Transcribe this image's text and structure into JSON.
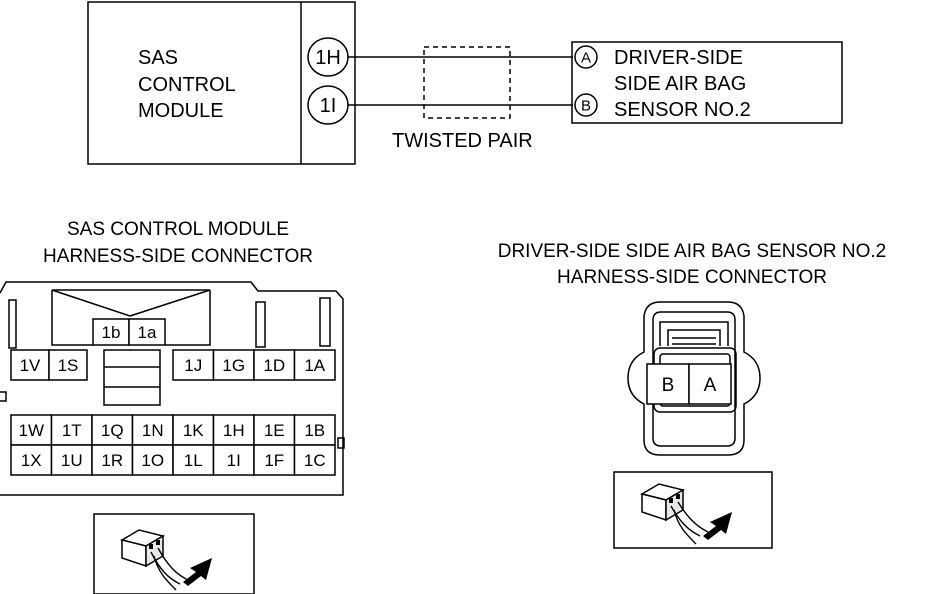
{
  "schematic": {
    "module_label_line1": "SAS",
    "module_label_line2": "CONTROL",
    "module_label_line3": "MODULE",
    "module_terminal_top": "1H",
    "module_terminal_bottom": "1I",
    "twisted_pair_label": "TWISTED PAIR",
    "sensor_terminal_top": "A",
    "sensor_terminal_bottom": "B",
    "sensor_label_line1": "DRIVER-SIDE",
    "sensor_label_line2": "SIDE AIR BAG",
    "sensor_label_line3": "SENSOR NO.2"
  },
  "sas_connector": {
    "title_line1": "SAS CONTROL MODULE",
    "title_line2": "HARNESS-SIDE CONNECTOR",
    "top_pins": [
      "1b",
      "1a"
    ],
    "row1_left": [
      "1V",
      "1S"
    ],
    "row1_right": [
      "1J",
      "1G",
      "1D",
      "1A"
    ],
    "row2": [
      "1W",
      "1T",
      "1Q",
      "1N",
      "1K",
      "1H",
      "1E",
      "1B"
    ],
    "row3": [
      "1X",
      "1U",
      "1R",
      "1O",
      "1L",
      "1I",
      "1F",
      "1C"
    ]
  },
  "sensor_connector": {
    "title_line1": "DRIVER-SIDE SIDE AIR BAG SENSOR NO.2",
    "title_line2": "HARNESS-SIDE CONNECTOR",
    "pins": [
      "B",
      "A"
    ]
  },
  "icons": {
    "sas_view_icon": "harness-side-view-icon",
    "sensor_view_icon": "harness-side-view-icon"
  }
}
